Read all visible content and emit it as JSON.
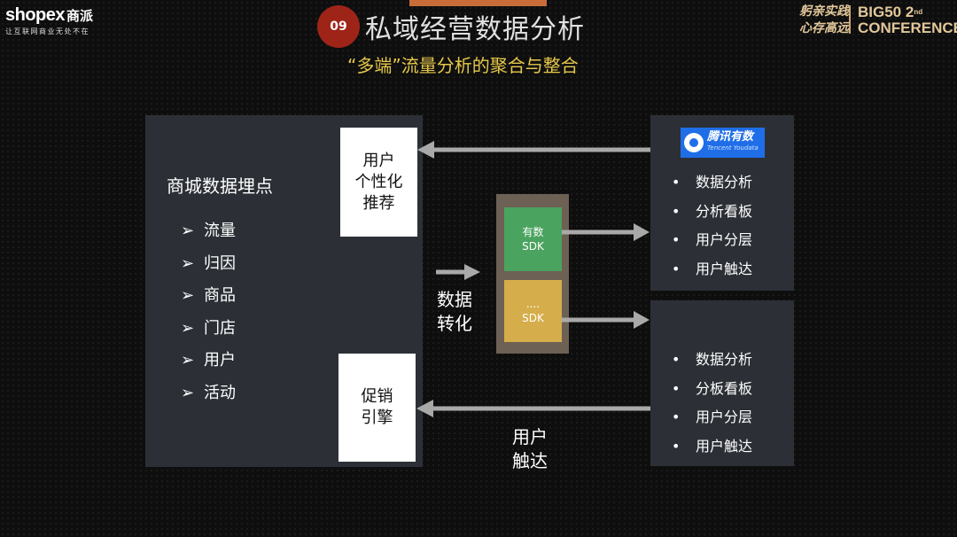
{
  "header": {
    "logo_text": "shopex",
    "logo_cn": "商派",
    "logo_tagline": "让互联网商业无处不在",
    "section_number": "09",
    "title": "私域经营数据分析",
    "subtitle": "“多端”流量分析的聚合与整合",
    "conference_cn_line1": "躬亲实践",
    "conference_cn_line2": "心存高远",
    "conference_en_line1": "BIG50 2",
    "conference_en_sup": "nd",
    "conference_en_line2": "CONFERENCE"
  },
  "left_panel": {
    "title": "商城数据埋点",
    "bullet_mark": "➢",
    "items": [
      "流量",
      "归因",
      "商品",
      "门店",
      "用户",
      "活动"
    ]
  },
  "boxes": {
    "recommend": "用户\n个性化\n推荐",
    "promotion": "促销\n引擎"
  },
  "sdk": {
    "youshu": "有数\nSDK",
    "other": "....\nSDK"
  },
  "labels": {
    "data_transform": "数据\n转化",
    "user_reach": "用户\n触达"
  },
  "tencent_badge": {
    "cn": "腾讯有数",
    "en": "Tencent Youdata"
  },
  "right_panel_1": {
    "items": [
      "数据分析",
      "分析看板",
      "用户分层",
      "用户触达"
    ]
  },
  "right_panel_2": {
    "items": [
      "数据分析",
      "分板看板",
      "用户分层",
      "用户触达"
    ]
  },
  "bullet_dot": "•",
  "colors": {
    "panel": "#2c3036",
    "arrow": "#a9a9a9",
    "sdk_green": "#4aa35e",
    "sdk_yellow": "#d5ad4b",
    "subtitle": "#e6c84a",
    "badge": "#9e2418",
    "tencent_blue": "#1f6ee8"
  }
}
